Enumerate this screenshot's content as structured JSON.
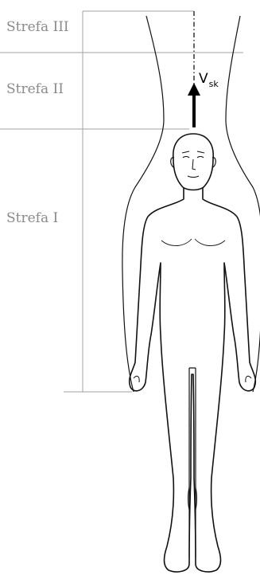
{
  "zones": [
    {
      "label": "Strefa III"
    },
    {
      "label": "Strefa II"
    },
    {
      "label": "Strefa I"
    }
  ],
  "velocity": {
    "symbol": "V",
    "subscript": "sk"
  },
  "colors": {
    "zone_text": "#8a8a8a",
    "zone_lines": "#a0a0a0",
    "outline": "#111111",
    "arrow": "#000000"
  }
}
